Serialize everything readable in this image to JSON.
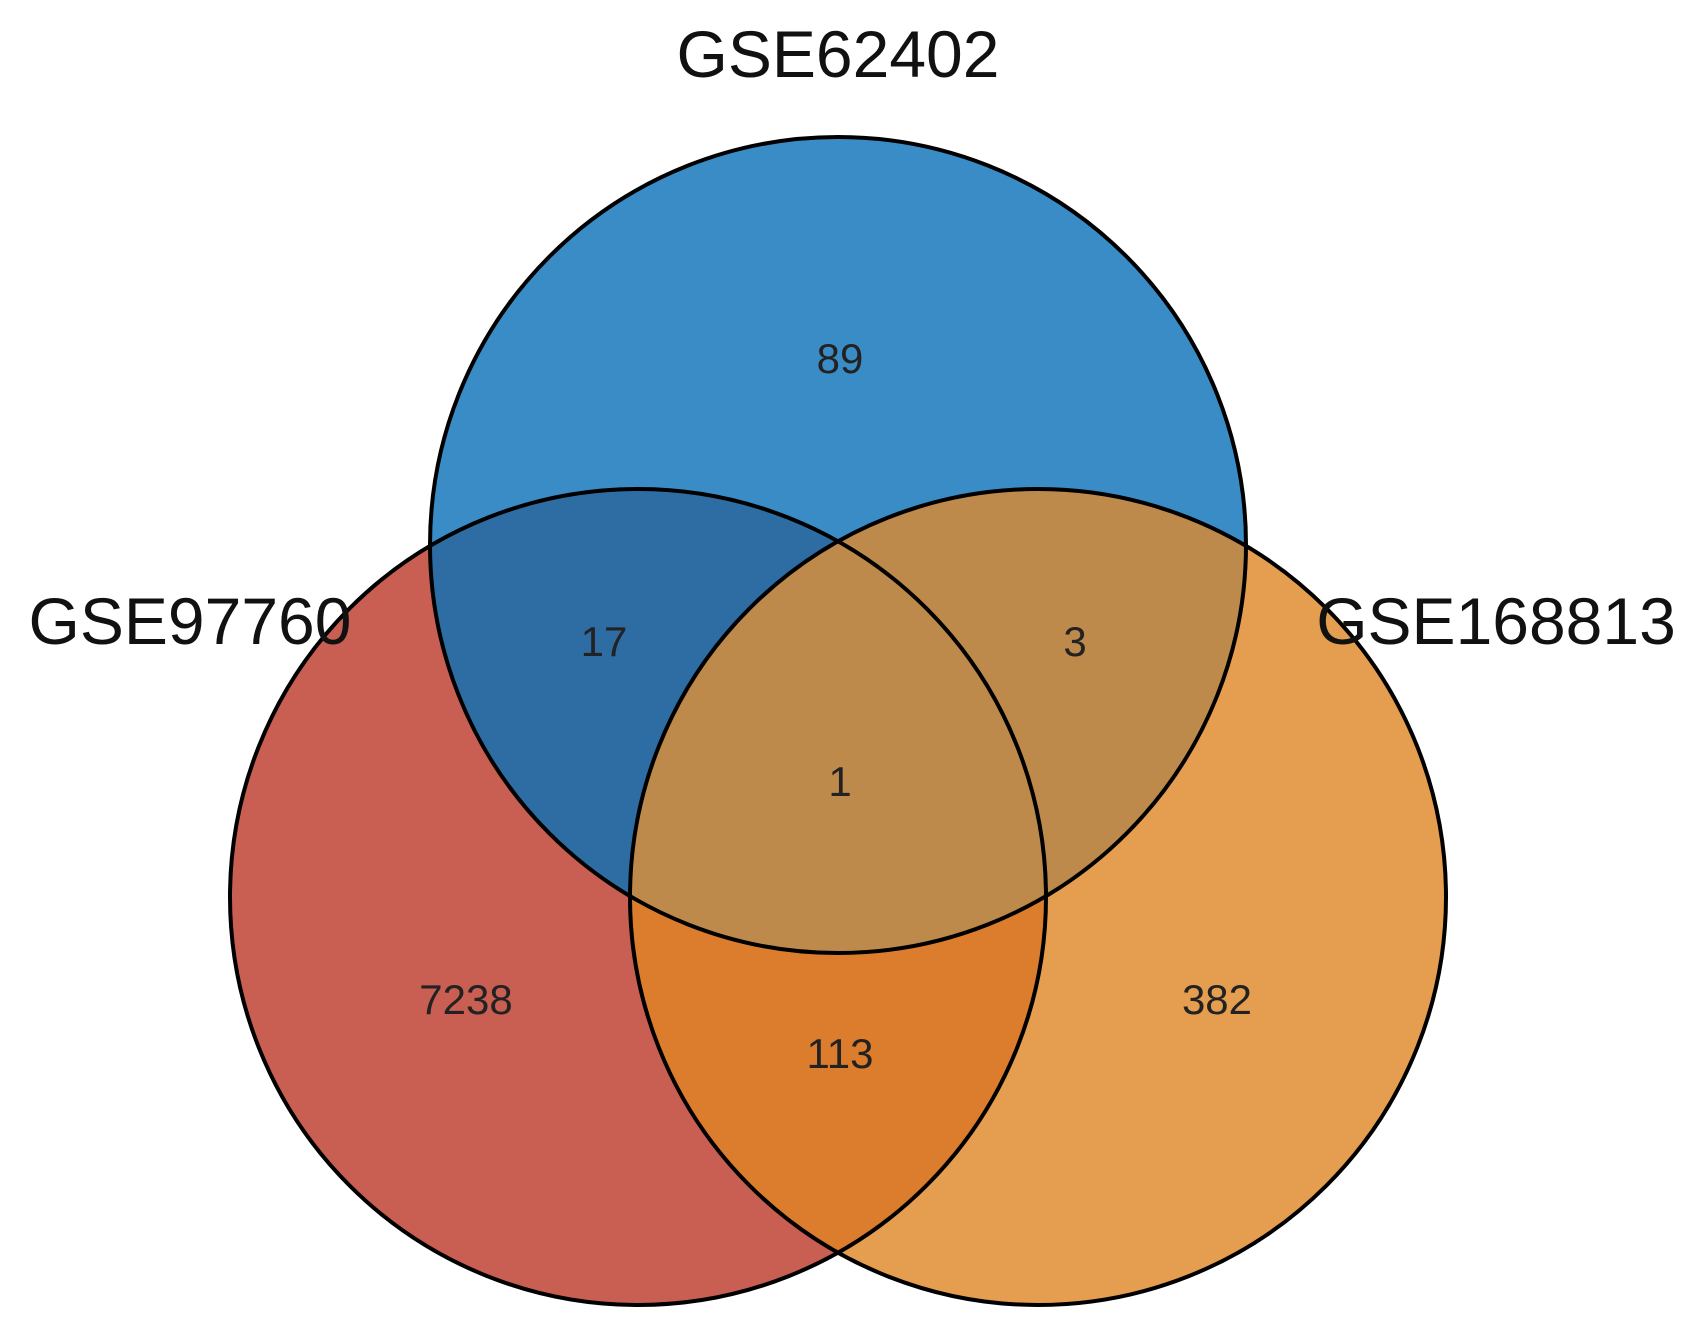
{
  "sets": [
    {
      "key": "top",
      "label": "GSE62402",
      "color": "#3A8CC6"
    },
    {
      "key": "left",
      "label": "GSE97760",
      "color": "#C95F52"
    },
    {
      "key": "right",
      "label": "GSE168813",
      "color": "#E59E50"
    }
  ],
  "regions": {
    "top_only": "89",
    "left_only": "7238",
    "right_only": "382",
    "top_left": "17",
    "top_right": "3",
    "left_right": "113",
    "all_three": "1"
  },
  "region_colors": {
    "top_left": "#2E6DA3",
    "top_right": "#BE8A4B",
    "left_right": "#DC7D2D",
    "all_three": "#BE8A4B"
  }
}
